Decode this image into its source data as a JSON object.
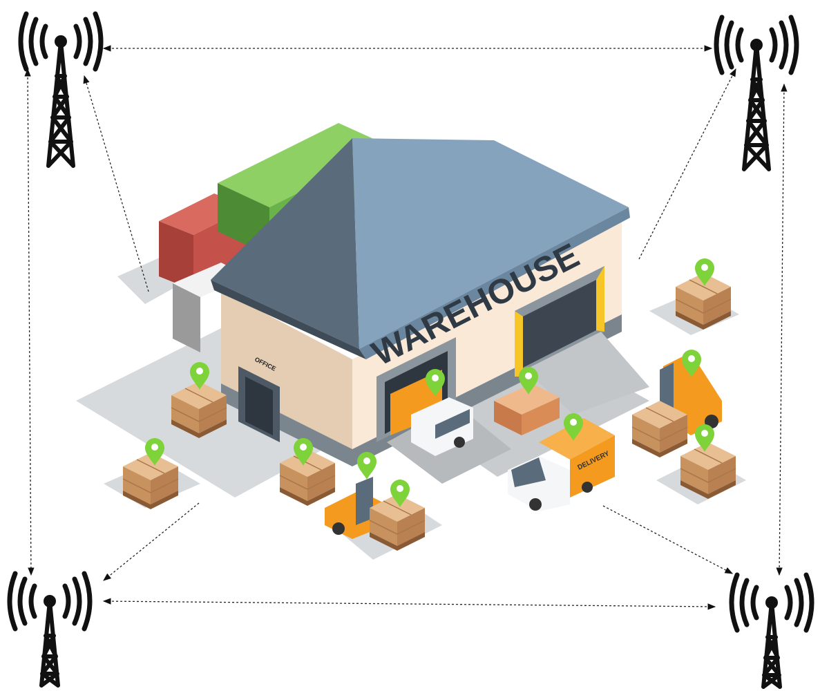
{
  "diagram": {
    "building_sign": "WAREHOUSE",
    "office_sign": "OFFICE",
    "truck_label": "DELIVERY",
    "towers": [
      "top-left",
      "top-right",
      "bottom-left",
      "bottom-right"
    ],
    "colors": {
      "pin": "#7ed23a",
      "roof_dark": "#5a6b7c",
      "roof_light": "#86a3bd",
      "wall": "#fbe9d8",
      "container_red": "#c4524a",
      "container_green": "#6ab24a",
      "box": "#d9a676",
      "truck_orange": "#f39a1f",
      "tower": "#111111"
    }
  }
}
